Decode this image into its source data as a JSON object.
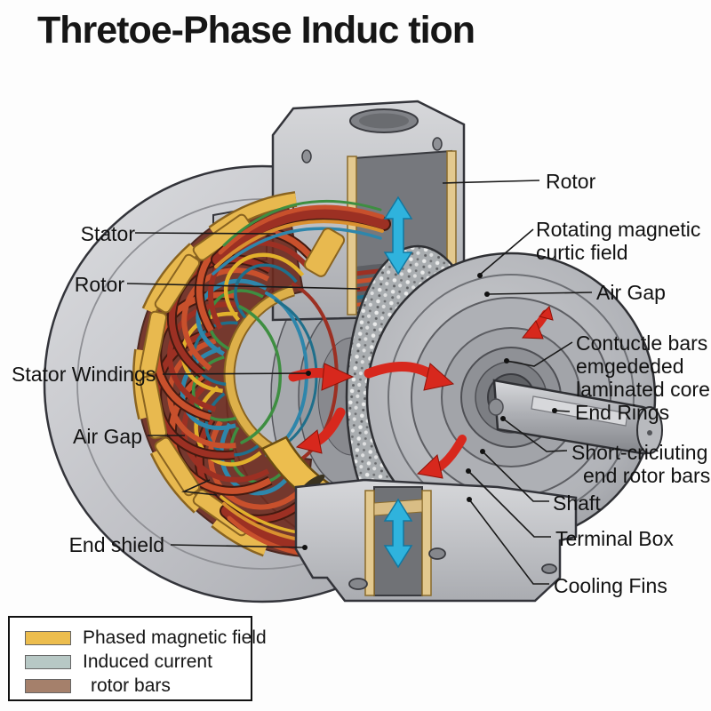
{
  "title": "Thretoe-Phase Induc tion",
  "labels": {
    "stator_left": "Stator",
    "rotor_left": "Rotor",
    "stator_windings": "Stator Windings",
    "air_gap_left": "Air Gap",
    "end_shield": "End shield",
    "rotor_right": "Rotor",
    "rotating_field_1": "Rotating magnetic",
    "rotating_field_2": "curtic field",
    "air_gap_right": "Air Gap",
    "rotor_bars_1": "Contuctle bars",
    "rotor_bars_2": "emgededed",
    "rotor_bars_3": "laminated core",
    "end_rings": "End Rings",
    "short_circuit_1": "Short-criciuting",
    "short_circuit_2": "end rotor bars",
    "shaft": "Shaft",
    "terminal_box": "Terminal Box",
    "cooling_fins": "Cooling Fins"
  },
  "legend": {
    "items": [
      {
        "label": "Phased magnetic field",
        "color": "#ecbd4e"
      },
      {
        "label": "Induced current",
        "color": "#b7c8c5"
      },
      {
        "label": "rotor bars",
        "color": "#a5806b"
      }
    ]
  },
  "colors": {
    "arrow_red": "#d7281d",
    "arrow_cyan": "#2fb3dd",
    "winding_red": "#9c3023",
    "winding_orange": "#c8502c",
    "winding_teal": "#2e86ab",
    "winding_green": "#3e8e41",
    "winding_yellow": "#e8b94f",
    "metal_gray": "#c0c1c6"
  }
}
